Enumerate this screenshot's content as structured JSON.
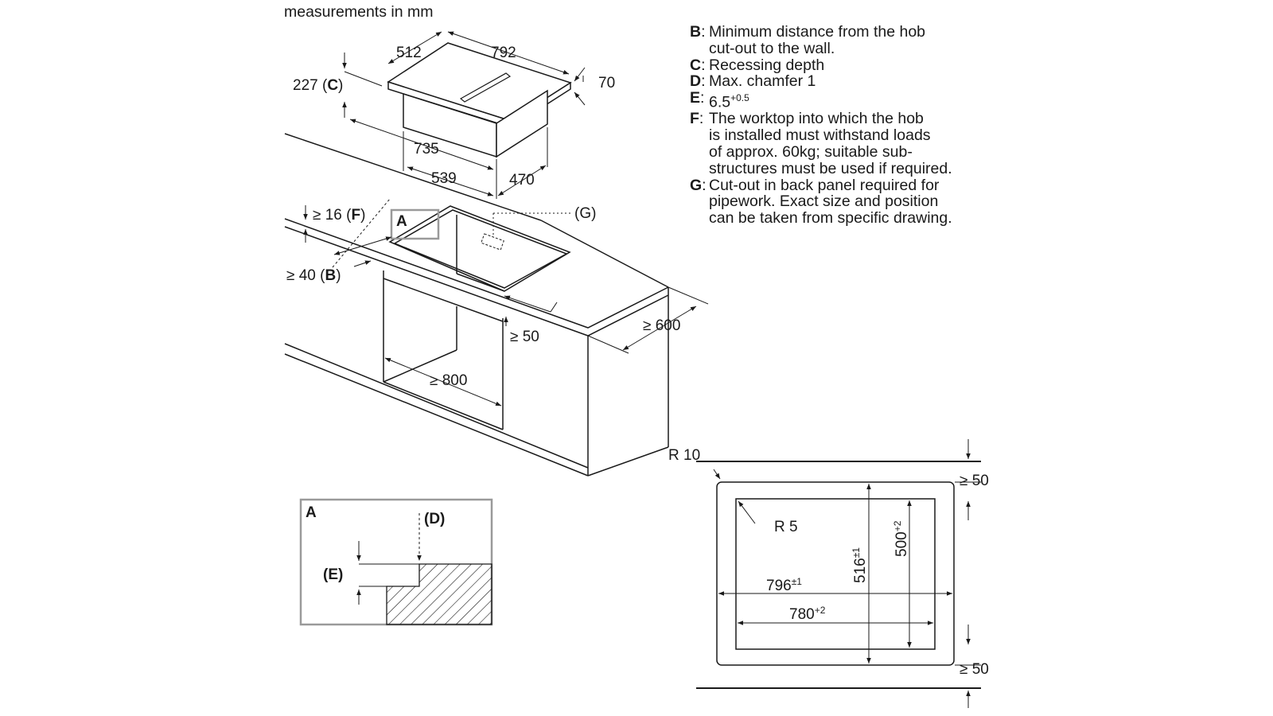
{
  "units_note": "measurements in mm",
  "legend": [
    {
      "key": "B",
      "lines": [
        "Minimum distance from the hob",
        "cut-out to the wall."
      ]
    },
    {
      "key": "C",
      "lines": [
        "Recessing depth"
      ]
    },
    {
      "key": "D",
      "lines": [
        "Max. chamfer 1"
      ]
    },
    {
      "key": "E",
      "lines": [
        "6.5"
      ],
      "sup": "+0.5"
    },
    {
      "key": "F",
      "lines": [
        "The worktop into which the hob",
        "is installed must withstand loads",
        "of approx. 60kg; suitable sub-",
        "structures must be used if required."
      ]
    },
    {
      "key": "G",
      "lines": [
        "Cut-out in back panel required for",
        "pipework. Exact size and position",
        "can be taken from specific drawing."
      ]
    }
  ],
  "hob_dims": {
    "width_top": "512",
    "length_top": "792",
    "thickness": "70",
    "depth_label": "227",
    "depth_key": "C",
    "body_length": "735",
    "body_width": "539",
    "body_depth": "470"
  },
  "worktop_dims": {
    "min_thickness": "≥ 16",
    "thickness_key": "F",
    "wall_distance": "≥ 40",
    "wall_key": "B",
    "front_clearance": "≥ 50",
    "worktop_depth": "≥ 600",
    "cabinet_width": "≥ 800",
    "detail_ref": "A",
    "back_panel_ref": "(G)"
  },
  "detail_a": {
    "title": "A",
    "chamfer_ref": "(D)",
    "step_ref": "(E)"
  },
  "cutout_plan": {
    "outer_radius": "R 10",
    "inner_radius": "R 5",
    "top_clearance": "≥ 50",
    "bottom_clearance": "≥ 50",
    "outer_width": "796",
    "outer_width_tol": "±1",
    "inner_width": "780",
    "inner_width_tol": "+2",
    "outer_depth": "516",
    "outer_depth_tol": "±1",
    "inner_depth": "500",
    "inner_depth_tol": "+2"
  }
}
